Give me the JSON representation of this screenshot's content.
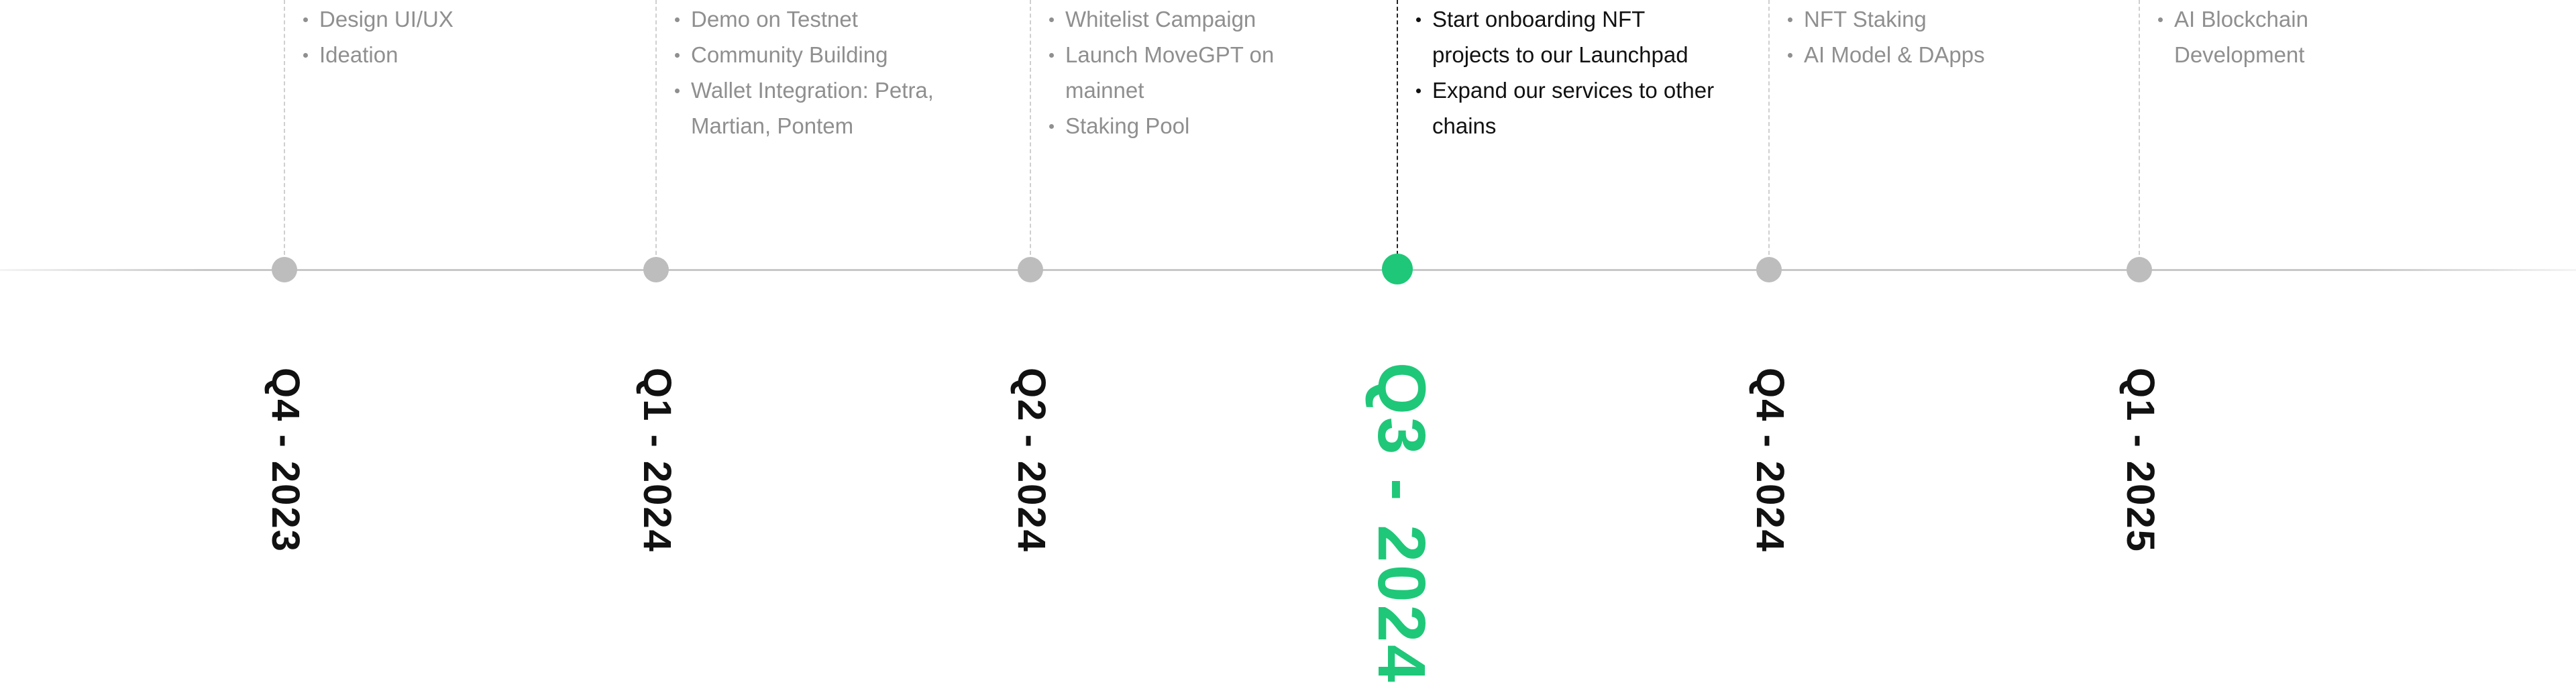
{
  "accent_color": "#1ec878",
  "milestones": [
    {
      "period": "Q4 - 2023",
      "items": [
        "Design UI/UX",
        "Ideation"
      ],
      "active": false
    },
    {
      "period": "Q1 - 2024",
      "items": [
        "Demo on Testnet",
        "Community Building",
        "Wallet Integration: Petra, Martian, Pontem"
      ],
      "active": false
    },
    {
      "period": "Q2 - 2024",
      "items": [
        "Whitelist Campaign",
        "Launch MoveGPT on mainnet",
        "Staking Pool"
      ],
      "active": false
    },
    {
      "period": "Q3 - 2024",
      "items": [
        "Start onboarding NFT projects to our Launchpad",
        "Expand our services to other chains"
      ],
      "active": true
    },
    {
      "period": "Q4 - 2024",
      "items": [
        "NFT Staking",
        "AI Model & DApps"
      ],
      "active": false
    },
    {
      "period": "Q1 - 2025",
      "items": [
        "AI Blockchain Development"
      ],
      "active": false
    }
  ]
}
